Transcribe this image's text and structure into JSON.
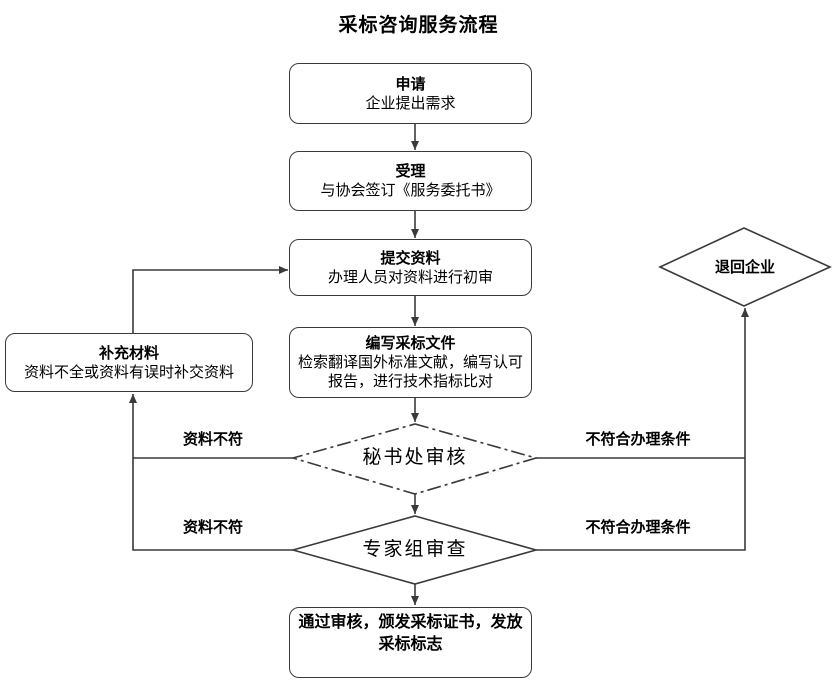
{
  "title": "采标咨询服务流程",
  "nodes": {
    "apply": {
      "title": "申请",
      "subtitle": "企业提出需求"
    },
    "accept": {
      "title": "受理",
      "subtitle": "与协会签订《服务委托书》"
    },
    "submit": {
      "title": "提交资料",
      "subtitle": "办理人员对资料进行初审"
    },
    "compile": {
      "title": "编写采标文件",
      "subtitle": "检索翻译国外标准文献，编写认可报告，进行技术指标比对"
    },
    "supplement": {
      "title": "补充材料",
      "subtitle": "资料不全或资料有误时补交资料"
    },
    "secretariat_review": {
      "title": "秘书处审核"
    },
    "expert_review": {
      "title": "专家组审查"
    },
    "return_to_enterprise": {
      "title": "退回企业"
    },
    "issue": {
      "title": "通过审核，颁发采标证书，发放采标标志"
    }
  },
  "edge_labels": {
    "secretariat_mismatch": "资料不符",
    "expert_mismatch": "资料不符",
    "secretariat_not_eligible": "不符合办理条件",
    "expert_not_eligible": "不符合办理条件"
  },
  "colors": {
    "stroke": "#3a3a3a",
    "text": "#000000",
    "background": "#ffffff"
  }
}
